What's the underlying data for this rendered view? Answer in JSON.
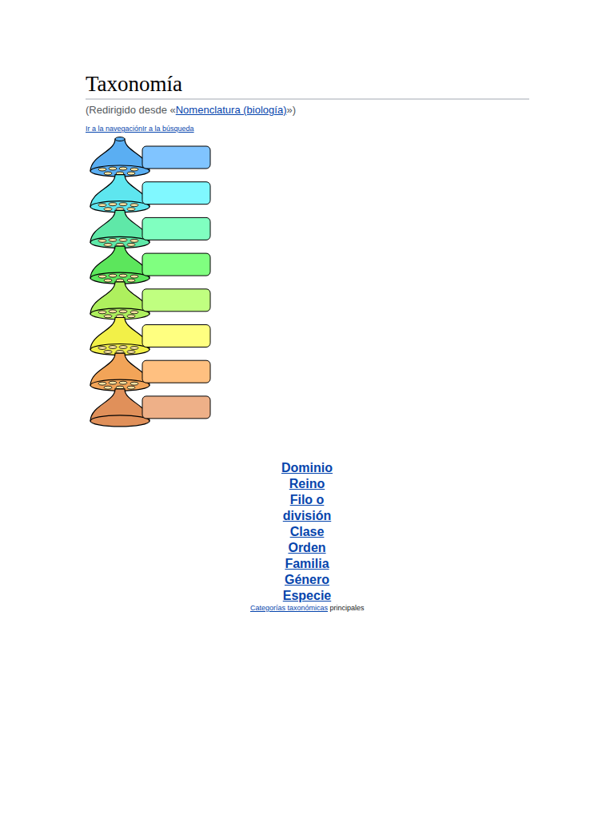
{
  "diagram": {
    "title": "Taxonomía",
    "labels": [
      "(Redirigido desde «",
      "Nomenclatura (biología)",
      "»)",
      "Ir a la navegación",
      "Ir a la búsqueda",
      "Dominio",
      "Reino",
      "Filo o división",
      "Clase",
      "Orden",
      "Familia",
      "Género",
      "Especie",
      "Categorías taxonómicas",
      "principales"
    ]
  }
}
